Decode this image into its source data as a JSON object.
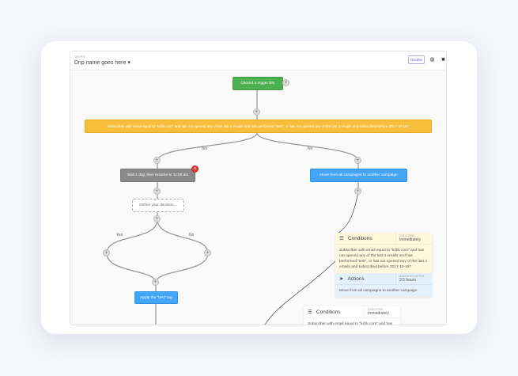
{
  "header": {
    "breadcrumb": "DRIPS",
    "title": "Drip name goes here ▾",
    "disable_label": "Disable",
    "icons": [
      "globe-icon",
      "video-icon"
    ]
  },
  "flow": {
    "trigger": "Clicked a trigger link",
    "condition": "Subscriber with email equal to \"k@k.com\" and has not opened any of the last 4 emails and has performed \"test\", or has not opened any of the last 3 emails and subscribed before 2017-10-18?",
    "yes": "Yes",
    "no": "No",
    "wait": "Wait 1 day, then resume at 11:00 am",
    "decision": "Define your decision...",
    "yes2": "Yes",
    "no2": "No",
    "apply_tag": "Apply the \"test\" tag",
    "move": "Move from all campaigns to another campaign",
    "plus": "+",
    "remove": "×"
  },
  "cards": [
    {
      "conditions_title": "Conditions",
      "executes_label": "EXECUTED",
      "executes_value": "Immediately",
      "conditions_text": "Subscriber with email equal to \"k@k.com\" and has not opened any of the last 4 emails and has performed \"test\", or has not opened any of the last 3 emails and subscribed before 2017-10-18?",
      "actions_title": "Actions",
      "actions_exec_label": "EXECUTES AFTER",
      "actions_exec_value": "3.5 hours",
      "actions_text": "Move from all campaigns to another campaign"
    },
    {
      "conditions_title": "Conditions",
      "executes_label": "EXECUTED",
      "executes_value": "Immediately",
      "conditions_text": "Subscriber with email equal to \"k@k.com\" and has"
    }
  ],
  "colors": {
    "green": "#4caf50",
    "orange": "#f6be3c",
    "gray": "#8a8a8a",
    "blue": "#42a5f5",
    "red": "#e53935",
    "cond_bg": "#fff8dc",
    "action_bg": "#e3f1fd"
  }
}
